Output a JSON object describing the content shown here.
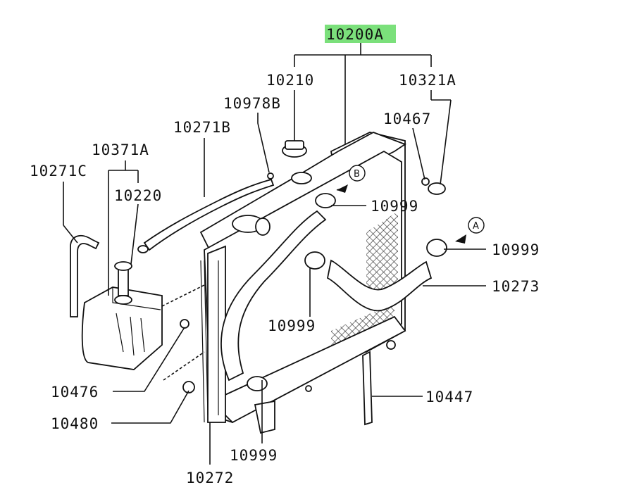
{
  "diagram": {
    "highlight_color": "#7be07b",
    "labels": {
      "assembly": "10200A",
      "radiator_cap": "10210",
      "drain_cock": "10321A",
      "plug": "10467",
      "clip": "10978B",
      "overflow_hose": "10271B",
      "reserve_tank": "10371A",
      "tank_hose": "10271C",
      "tank_cap": "10220",
      "clamp_b": "10999",
      "clamp_a": "10999",
      "clamp_mid": "10999",
      "clamp_bottom": "10999",
      "lower_hose": "10273",
      "hose_10447": "10447",
      "bolt_10476": "10476",
      "bolt_10480": "10480",
      "bracket_10272": "10272"
    },
    "ref_marks": {
      "b": "B",
      "a": "A"
    }
  }
}
